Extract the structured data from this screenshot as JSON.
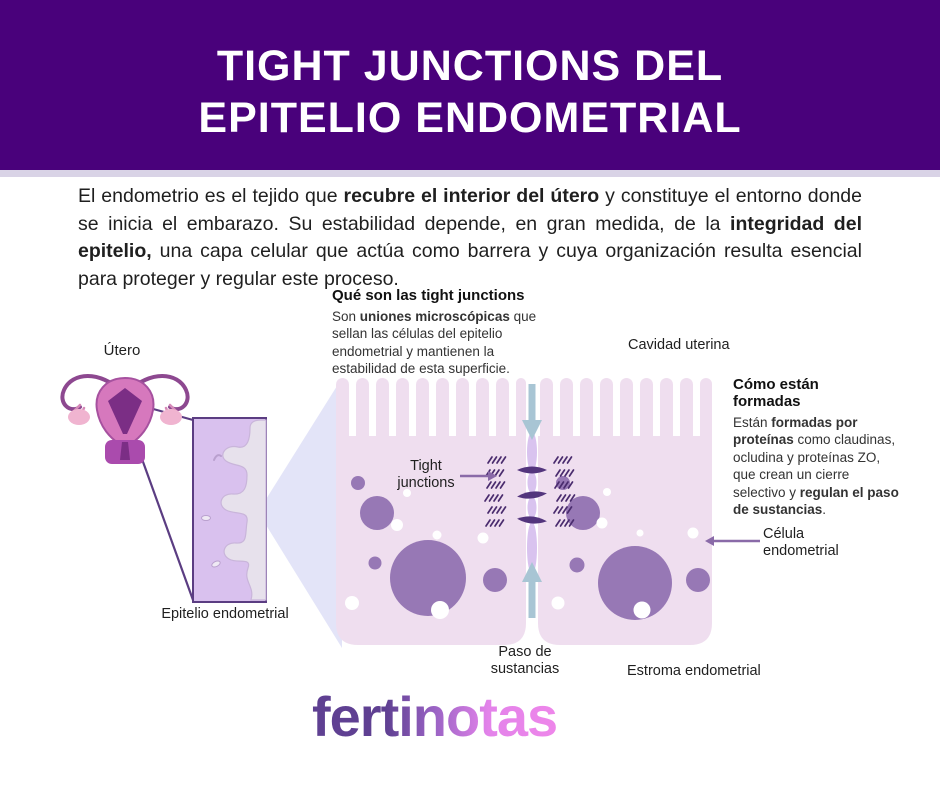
{
  "header": {
    "title_line1": "TIGHT JUNCTIONS DEL",
    "title_line2": "EPITELIO ENDOMETRIAL"
  },
  "intro": {
    "seg1": "El endometrio es el tejido que ",
    "seg2_bold": "recubre el interior del útero",
    "seg3": " y constituye el entorno donde se inicia el embarazo. Su estabilidad depende, en gran medida, de la ",
    "seg4_bold": "integridad del epitelio,",
    "seg5": " una capa celular que actúa como barrera y cuya organización resulta esencial para proteger y regular este proceso."
  },
  "what_block": {
    "heading": "Qué son las tight junctions",
    "seg1": "Son ",
    "seg2_bold": "uniones microscópicas",
    "seg3": " que sellan las células del epitelio endometrial y mantienen la estabilidad de esta superficie."
  },
  "formed_block": {
    "heading": "Cómo están formadas",
    "seg1": "Están ",
    "seg2_bold": "formadas por proteínas",
    "seg3": " como claudinas, ocludina y proteínas ZO, que crean un cierre selectivo y ",
    "seg4_bold": "regulan el paso de sustancias",
    "seg5": "."
  },
  "labels": {
    "utero": "Útero",
    "cavidad_uterina": "Cavidad uterina",
    "tight_junctions": "Tight junctions",
    "celula_endometrial": "Célula endometrial",
    "epitelio_endometrial": "Epitelio endometrial",
    "paso_sustancias": "Paso de sustancias",
    "estroma_endometrial": "Estroma endometrial"
  },
  "footer": {
    "brand": "fertinotas"
  },
  "colors": {
    "banner_purple": "#49017b",
    "cell_pink": "#efdeef",
    "nucleus_purple": "#9778b5",
    "junction_purple": "#53357d",
    "channel_lavender": "#d9c3ef",
    "flow_arrow_blue": "#a8c5d4",
    "label_arrow_purple": "#8a6aa8",
    "brand_purple": "#5f4092",
    "brand_pink": "#ee86ea"
  }
}
